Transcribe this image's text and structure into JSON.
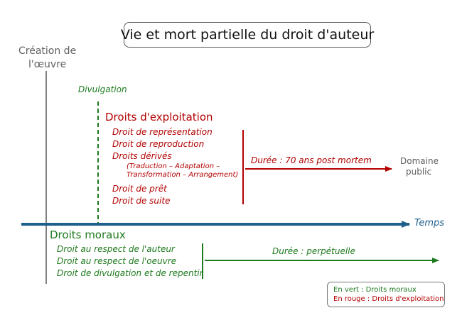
{
  "title": "Vie et mort partielle du droit d'auteur",
  "creation_label_line1": "Création de",
  "creation_label_line2": "l'œuvre",
  "divulgation_label": "Divulgation",
  "exploitation": {
    "heading": "Droits d'exploitation",
    "items": [
      "Droit de représentation",
      "Droit de reproduction",
      "Droits dérivés"
    ],
    "derived_note_line1": "(Traduction – Adaptation –",
    "derived_note_line2": "Transformation – Arrangement)",
    "items_after": [
      "Droit de prêt",
      "Droit de suite"
    ],
    "duration": "Durée : 70 ans post mortem"
  },
  "public_domain_line1": "Domaine",
  "public_domain_line2": "public",
  "time_axis_label": "Temps",
  "moral": {
    "heading": "Droits moraux",
    "items": [
      "Droit au respect de l'auteur",
      "Droit au respect de l'oeuvre",
      "Droit de divulgation et de repentir"
    ],
    "duration": "Durée : perpétuelle"
  },
  "legend": {
    "green_text": "En vert : Droits moraux",
    "red_text": "En rouge : Droits d'exploitation"
  },
  "colors": {
    "red": "#b30000",
    "green": "#1e7a1e",
    "axis_blue": "#1f5f8b",
    "grey": "#606060"
  }
}
